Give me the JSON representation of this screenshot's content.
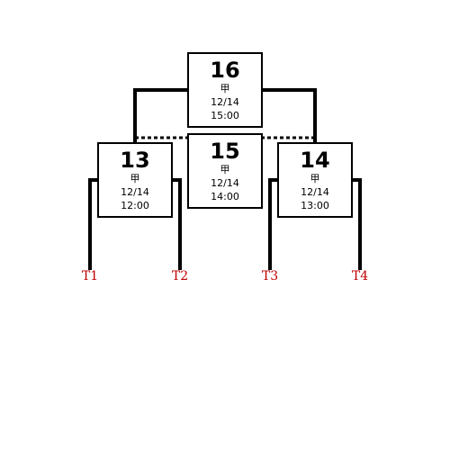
{
  "matches": {
    "m13": {
      "number": "13",
      "venue": "甲",
      "date": "12/14",
      "time": "12:00"
    },
    "m14": {
      "number": "14",
      "venue": "甲",
      "date": "12/14",
      "time": "13:00"
    },
    "m15": {
      "number": "15",
      "venue": "甲",
      "date": "12/14",
      "time": "14:00"
    },
    "m16": {
      "number": "16",
      "venue": "甲",
      "date": "12/14",
      "time": "15:00"
    }
  },
  "teams": [
    "T1",
    "T2",
    "T3",
    "T4"
  ],
  "colors": {
    "line": "#000000",
    "team_label": "#c00000"
  }
}
